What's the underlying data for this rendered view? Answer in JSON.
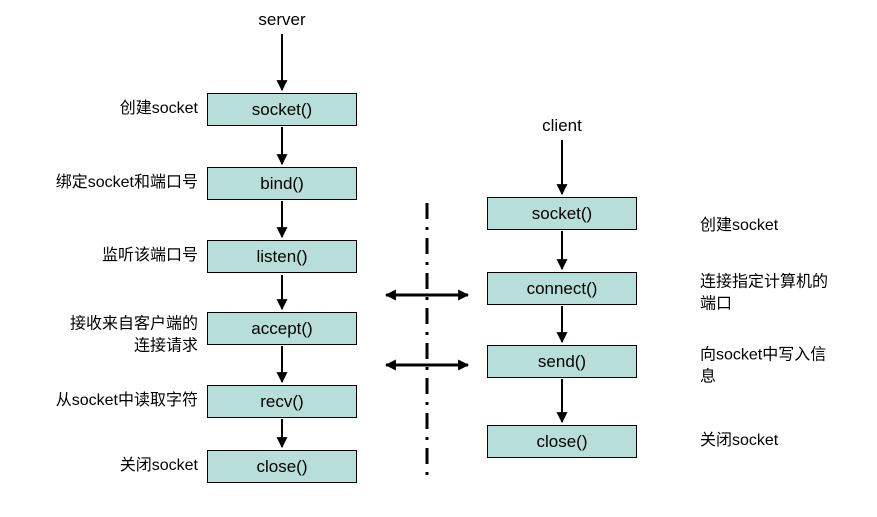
{
  "colors": {
    "box_fill": "#b7ded9",
    "box_border": "#000000",
    "line": "#000000"
  },
  "server": {
    "title": "server",
    "steps": [
      {
        "label": "创建socket",
        "box": "socket()"
      },
      {
        "label": "绑定socket和端口号",
        "box": "bind()"
      },
      {
        "label": "监听该端口号",
        "box": "listen()"
      },
      {
        "label": "接收来自客户端的\n连接请求",
        "box": "accept()"
      },
      {
        "label": "从socket中读取字符",
        "box": "recv()"
      },
      {
        "label": "关闭socket",
        "box": "close()"
      }
    ]
  },
  "client": {
    "title": "client",
    "steps": [
      {
        "box": "socket()",
        "label": "创建socket"
      },
      {
        "box": "connect()",
        "label": "连接指定计算机的\n端口"
      },
      {
        "box": "send()",
        "label": "向socket中写入信\n息"
      },
      {
        "box": "close()",
        "label": "关闭socket"
      }
    ]
  }
}
